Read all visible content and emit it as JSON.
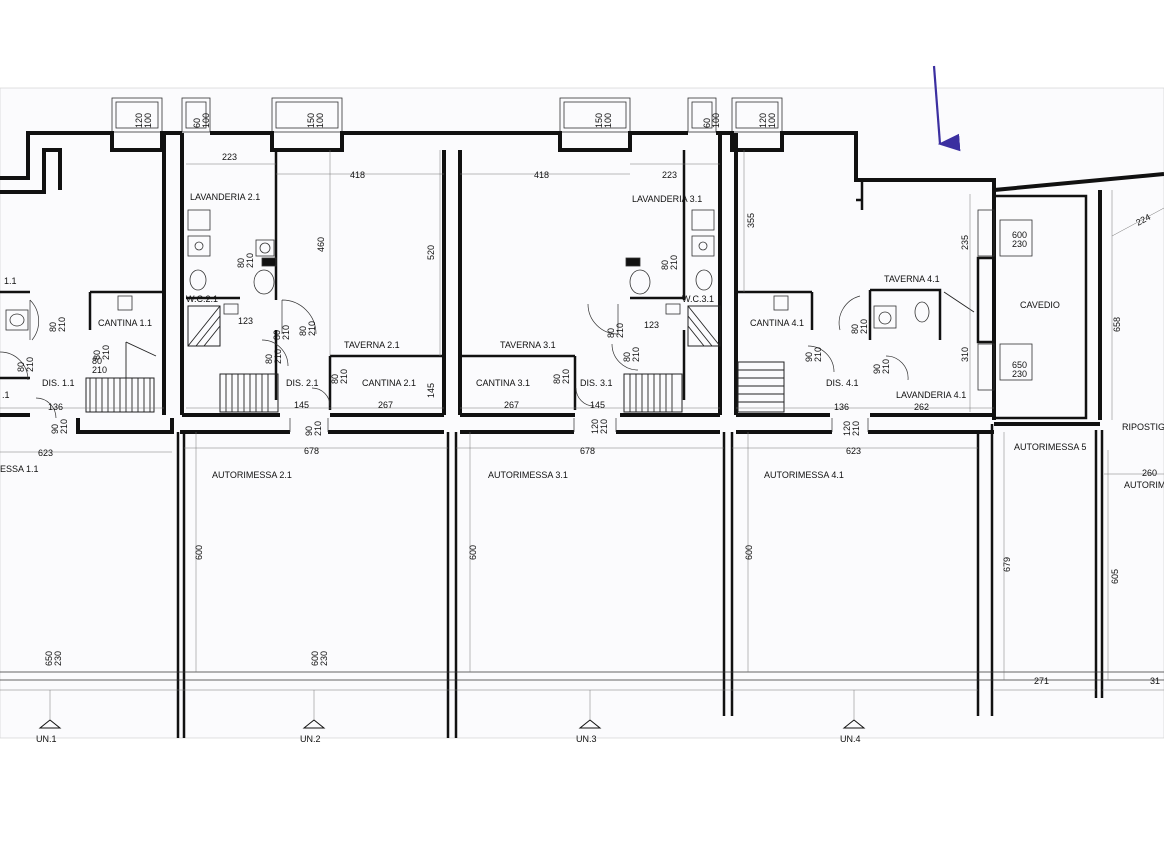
{
  "rooms": {
    "u1": [
      "1.1",
      "CANTINA 1.1",
      "DIS. 1.1",
      ".1",
      "ESSA 1.1"
    ],
    "u2": [
      "LAVANDERIA 2.1",
      "W.C.2.1",
      "TAVERNA 2.1",
      "DIS. 2.1",
      "CANTINA 2.1",
      "AUTORIMESSA 2.1"
    ],
    "u3": [
      "LAVANDERIA 3.1",
      "W.C.3.1",
      "TAVERNA 3.1",
      "CANTINA 3.1",
      "DIS. 3.1",
      "AUTORIMESSA 3.1"
    ],
    "u4": [
      "TAVERNA 4.1",
      "CANTINA 4.1",
      "DIS. 4.1",
      "LAVANDERIA 4.1",
      "AUTORIMESSA 4.1",
      "CAVEDIO"
    ],
    "u5": [
      "AUTORIMESSA 5",
      "RIPOSTIG",
      "AUTORIM"
    ]
  },
  "dimensions": [
    "223",
    "418",
    "418",
    "223",
    "460",
    "520",
    "355",
    "235",
    "310",
    "658",
    "224",
    "123",
    "123",
    "136",
    "145",
    "267",
    "267",
    "145",
    "136",
    "262",
    "145",
    "145",
    "623",
    "678",
    "678",
    "623",
    "600",
    "600",
    "600",
    "679",
    "605",
    "271",
    "31",
    "260"
  ],
  "openings": [
    "120 100",
    "60 100",
    "150 100",
    "150 100",
    "60 100",
    "120 100",
    "80 210",
    "80 210",
    "80 210",
    "80 210",
    "80 210",
    "80 210",
    "80 210",
    "80 210",
    "80 210",
    "80 210",
    "80 210",
    "80 210",
    "80 210",
    "80 210",
    "90 210",
    "90 210",
    "90 210",
    "90 210",
    "120 210",
    "120 210",
    "600 230",
    "650 230",
    "650 230",
    "600 230"
  ],
  "units": [
    "UN.1",
    "UN.2",
    "UN.3",
    "UN.4"
  ],
  "colors": {
    "arrow": "#3b2fa0",
    "ink": "#111111"
  }
}
